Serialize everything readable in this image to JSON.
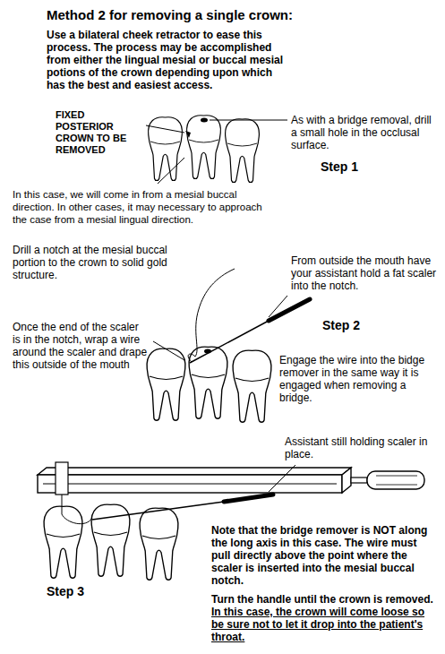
{
  "diagram": {
    "title": "Method 2 for removing a single crown:",
    "labels": [
      "Use a bilateral cheek retractor to ease this process. The process may be accomplished from either the lingual mesial or buccal mesial potions of the crown depending upon which has the best and easiest access.",
      "FIXED POSTERIOR CROWN TO BE REMOVED",
      "As with a bridge removal, drill a small hole in the occlusal surface.",
      "Step 1",
      "In this case, we will come in from a mesial buccal direction.  In other cases, it may necessary to approach the case from a mesial lingual direction.",
      "Drill a notch at the mesial buccal portion to the crown to solid gold structure.",
      "From outside the mouth have your assistant hold a fat scaler into the notch.",
      "Step 2",
      "Once the end of the scaler is in the notch, wrap a wire around the scaler and drape this outside of the mouth",
      "Engage the wire into the bidge remover in the same way it is engaged when removing a bridge.",
      "Assistant still holding scaler in place.",
      "Note that the bridge remover is NOT along the long axis in this case. The wire must pull directly above the point where the scaler is inserted into the mesial buccal notch.",
      "Turn the handle until the crown is removed.",
      "In this case, the crown will come loose so be sure not to let it drop into the patient's throat.",
      "Step 3"
    ]
  }
}
